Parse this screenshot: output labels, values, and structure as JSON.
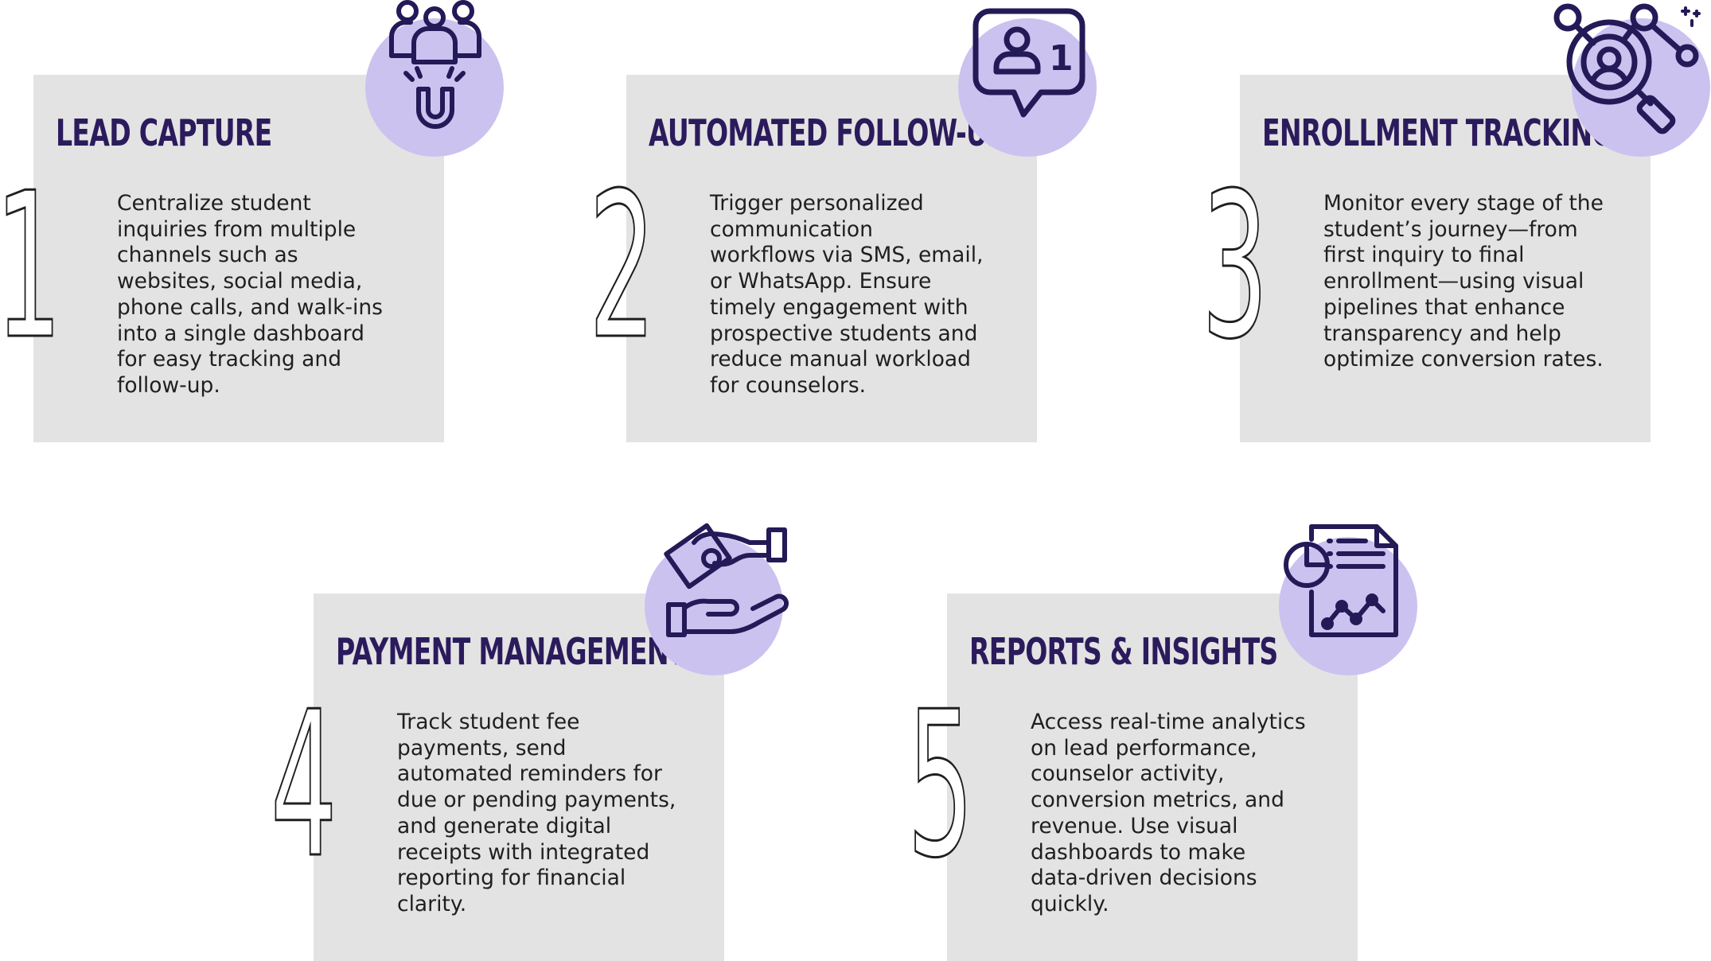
{
  "colors": {
    "card_bg": "#e3e3e3",
    "badge": "#ccc2f0",
    "title": "#2b1b5c",
    "icon_stroke": "#231a57",
    "text": "#1f1f1f"
  },
  "features": [
    {
      "number": "1",
      "title": "LEAD CAPTURE",
      "icon": "people-magnet-icon",
      "lines": [
        "Centralize student",
        "inquiries from multiple",
        "channels such as",
        "websites, social media,",
        "phone calls, and walk-ins",
        "into a single dashboard",
        "for easy tracking and",
        "follow-up."
      ]
    },
    {
      "number": "2",
      "title": "AUTOMATED FOLLOW-UP",
      "icon": "user-notification-bubble-icon",
      "icon_badge_text": "1",
      "lines": [
        "Trigger personalized",
        "communication",
        "workflows via SMS, email,",
        "or WhatsApp. Ensure",
        "timely engagement with",
        "prospective students and",
        "reduce manual workload",
        "for counselors."
      ]
    },
    {
      "number": "3",
      "title": "ENROLLMENT TRACKING",
      "icon": "magnifier-network-icon",
      "lines": [
        "Monitor every stage of the",
        "student’s journey—from",
        "first inquiry to final",
        "enrollment—using visual",
        "pipelines that enhance",
        "transparency and help",
        "optimize conversion rates."
      ]
    },
    {
      "number": "4",
      "title": "PAYMENT MANAGEMENT",
      "icon": "hand-payment-icon",
      "lines": [
        "Track student fee",
        "payments, send",
        "automated reminders for",
        "due or pending payments,",
        "and generate digital",
        "receipts with integrated",
        "reporting for financial",
        "clarity."
      ]
    },
    {
      "number": "5",
      "title": "REPORTS & INSIGHTS",
      "icon": "report-chart-icon",
      "lines": [
        "Access real-time analytics",
        "on lead performance,",
        "counselor activity,",
        "conversion metrics, and",
        "revenue. Use visual",
        "dashboards to make",
        "data-driven decisions",
        "quickly."
      ]
    }
  ]
}
